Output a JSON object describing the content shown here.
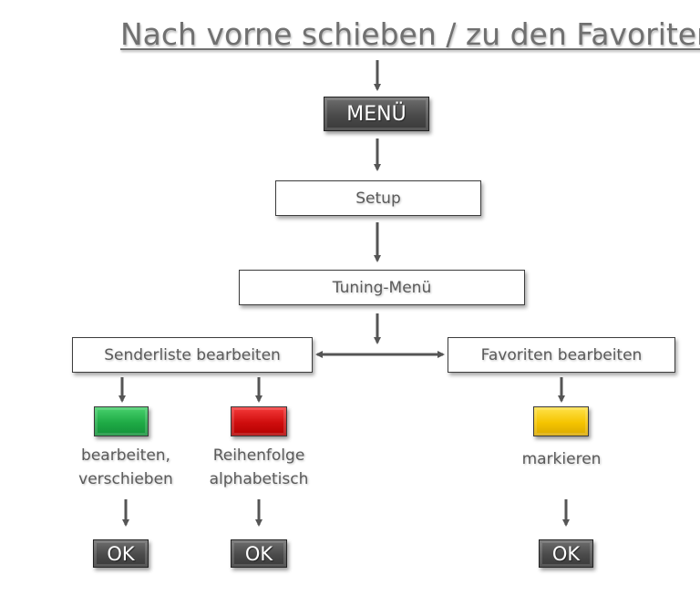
{
  "title": "Nach vorne schieben / zu den Favoriten",
  "keys": {
    "menu": "MENÜ",
    "ok": "OK"
  },
  "boxes": {
    "setup": "Setup",
    "tuning": "Tuning-Menü",
    "senderliste": "Senderliste bearbeiten",
    "favoriten": "Favoriten bearbeiten"
  },
  "labels": {
    "green_line1": "bearbeiten,",
    "green_line2": "verschieben",
    "red_line1": "Reihenfolge",
    "red_line2": "alphabetisch",
    "yellow": "markieren"
  },
  "colors": {
    "green": "#1eaa45",
    "red": "#cf0d0d",
    "yellow": "#f5c400",
    "arrow": "#555555"
  }
}
